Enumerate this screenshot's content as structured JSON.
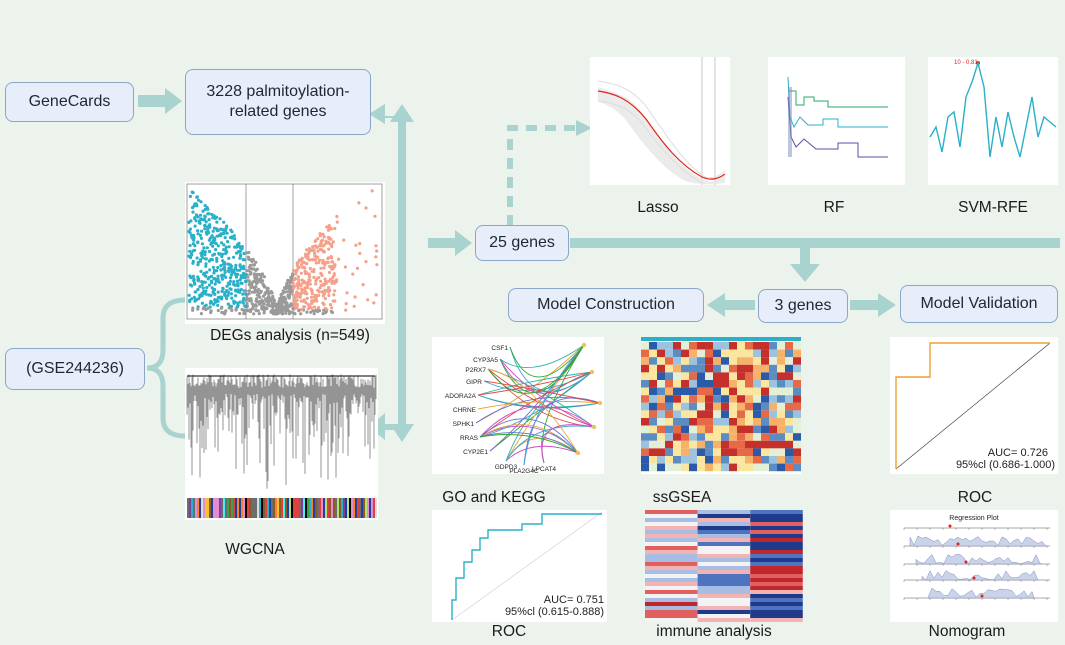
{
  "boxes": {
    "genecards": "GeneCards",
    "palm_line1": "3228 palmitoylation-",
    "palm_line2": "related genes",
    "gse": "(GSE244236)",
    "genes25": "25 genes",
    "genes3": "3 genes",
    "model_construction": "Model Construction",
    "model_validation": "Model Validation"
  },
  "labels": {
    "degs": "DEGs analysis (n=549)",
    "wgcna": "WGCNA",
    "lasso": "Lasso",
    "rf": "RF",
    "svm": "SVM-RFE",
    "go_kegg": "GO and KEGG",
    "ssgsea": "ssGSEA",
    "roc_right": "ROC",
    "roc_left": "ROC",
    "immune": "immune analysis",
    "nomogram": "Nomogram"
  },
  "roc_right": {
    "auc": "AUC= 0.726",
    "ci": "95%cl (0.686-1.000)"
  },
  "roc_left": {
    "auc": "AUC= 0.751",
    "ci": "95%cl (0.615-0.888)"
  },
  "svm_annotation": "10 - 0.81",
  "nomogram_title": "Regression Plot",
  "go_genes": [
    "CSF1",
    "CYP3A5",
    "P2RX7",
    "GIPR",
    "ADORA2A",
    "CHRNE",
    "SPHK1",
    "RRAS",
    "CYP2E1",
    "GDPD3",
    "PLA2G4C",
    "LPCAT4"
  ],
  "colors": {
    "arrow": "#a9d3cf",
    "box_border": "#8aa7c9",
    "box_fill": "#e7eefa",
    "accent_blue": "#2ab0c8",
    "accent_salmon": "#f4a08a"
  }
}
